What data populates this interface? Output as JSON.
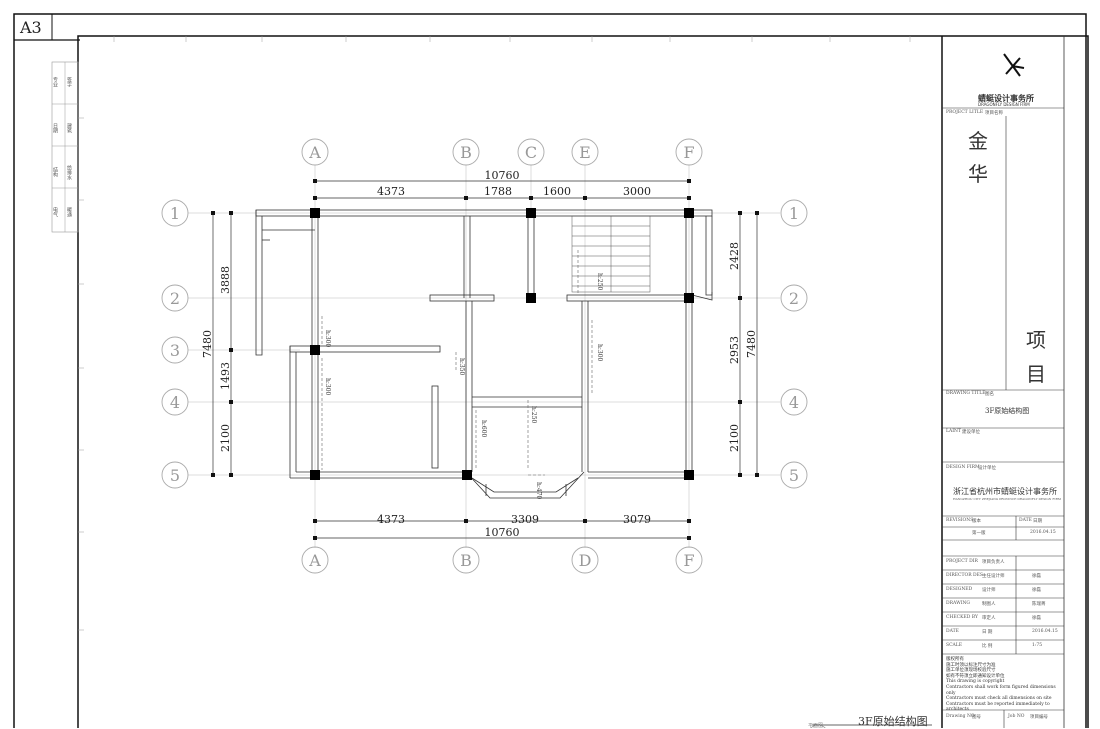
{
  "sheet_label": "A3",
  "side_labels": [
    "专业",
    "签字",
    "日期",
    "建筑",
    "结构",
    "给排水",
    "电气",
    "暖通"
  ],
  "plan": {
    "grid_top": [
      "A",
      "B",
      "C",
      "E",
      "F"
    ],
    "grid_bottom": [
      "A",
      "B",
      "D",
      "F"
    ],
    "grid_left": [
      "1",
      "2",
      "3",
      "4",
      "5"
    ],
    "grid_right": [
      "1",
      "2",
      "4",
      "5"
    ],
    "dim_top_total": "10760",
    "dim_top_segments": [
      "4373",
      "1788",
      "1600",
      "3000"
    ],
    "dim_bottom_segments": [
      "4373",
      "3309",
      "3079"
    ],
    "dim_bottom_total": "10760",
    "dim_left_total": "7480",
    "dim_left_segments": [
      "3888",
      "1493",
      "2100"
    ],
    "dim_right_total": "7480",
    "dim_right_segments": [
      "2428",
      "2953",
      "2100"
    ],
    "beam_labels": [
      "h:250",
      "h:300",
      "h:300",
      "h:350",
      "h:300",
      "h:600",
      "h:250",
      "h:470"
    ]
  },
  "title_block": {
    "firm_cn": "蜻蜓设计事务所",
    "firm_en": "DRAGONFLY DESIGN FIRM",
    "project_title_label": "PROJECT LITLE",
    "project_title_label_cn": "项目名称",
    "project_name_chars": [
      "金",
      "华"
    ],
    "project_suffix_chars": [
      "项",
      "目"
    ],
    "drawing_title_label": "DRAWING TITLE",
    "drawing_title_label_cn": "图名",
    "drawing_title": "3F原始结构图",
    "client_label": "LAINT",
    "client_label_cn": "建设单位",
    "design_firm_label": "DESIGN FIRM",
    "design_firm_label_cn": "设计单位",
    "design_firm_cn": "浙江省杭州市蜻蜓设计事务所",
    "design_firm_en": "HANGZHOU CITY ZHEJIANG PROVINCE DRAGONFLY DESIGN FIRM",
    "revisions_label": "REVISIONS",
    "revisions_label_cn": "版本",
    "date_label": "DATE",
    "date_label_cn": "日期",
    "revision_value": "第一版",
    "revision_date": "2016.04.15",
    "fields": [
      {
        "label_en": "PROJECT DIR",
        "label_cn": "项目负责人",
        "value": ""
      },
      {
        "label_en": "DIRECTOR DES",
        "label_cn": "主任设计师",
        "value": "徐磊"
      },
      {
        "label_en": "DESIGNED",
        "label_cn": "设计师",
        "value": "徐磊"
      },
      {
        "label_en": "DRAWING",
        "label_cn": "制图人",
        "value": "陈瑞菁"
      },
      {
        "label_en": "CHECKED BY",
        "label_cn": "审定人",
        "value": "徐磊"
      },
      {
        "label_en": "DATE",
        "label_cn": "日 期",
        "value": "2016.04.15"
      },
      {
        "label_en": "SCALE",
        "label_cn": "比 例",
        "value": "1:75"
      }
    ],
    "notes": [
      "版权所有",
      "施工时须以标注尺寸为准",
      "施工单位须现场校验尺寸",
      "如有不符须立即通知设计单位",
      "This drawing is copyright",
      "Contractors shall work form figured dimensions only",
      "Contractors must check all dimensions on site",
      "Contractors must be reported immediately to architects"
    ],
    "drawing_no_label": "Drawing NO",
    "drawing_no_label_cn": "图号",
    "job_no_label": "Job NO",
    "job_no_label_cn": "项目编号"
  },
  "bottom_title": "3F原始结构图",
  "bottom_title_prefix": "平面图"
}
